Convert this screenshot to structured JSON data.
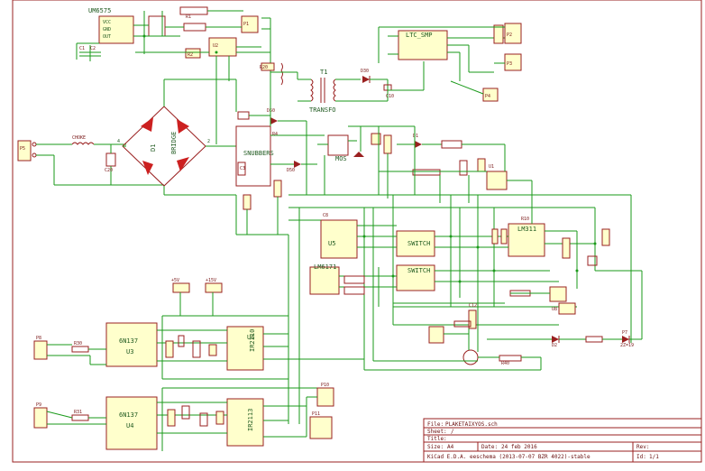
{
  "window": {
    "title": ""
  },
  "components": {
    "u_top": "UM6575",
    "t1": "T1",
    "transfo": "TRANSFO",
    "ltc": "LTC_SMP",
    "bridge": "BRIDGE",
    "d_bridge": "D1",
    "snubbers": "SNUBBERS",
    "mos": "MOS",
    "u3": "U3",
    "u4": "U4",
    "ic1": "IR2110",
    "ic2": "IR2113",
    "u5": "U5",
    "u6": "U6",
    "switch1": "SWITCH",
    "switch2": "SWITCH",
    "lm": "LM311",
    "lm2": "LM6171",
    "opto": "6N137",
    "c_d2": "D2",
    "p7": "P7",
    "p7val": "2Z=19"
  },
  "title_block": {
    "file_label": "File:",
    "file_value": "PLAKETAIXYOS.sch",
    "sheet_label": "Sheet:",
    "sheet_value": "/",
    "title_label": "Title:",
    "size_label": "Size:",
    "size_value": "A4",
    "date_label": "Date:",
    "date_value": "24 feb 2016",
    "kicad_value": "KiCad E.D.A.  eeschema (2013-07-07 BZR 4022)-stable",
    "rev_label": "Rev:",
    "id_label": "Id:",
    "id_value": "1/1"
  },
  "colors": {
    "wire": "#1a9a1a",
    "body": "#9a2020",
    "fill": "#ffffcc"
  }
}
